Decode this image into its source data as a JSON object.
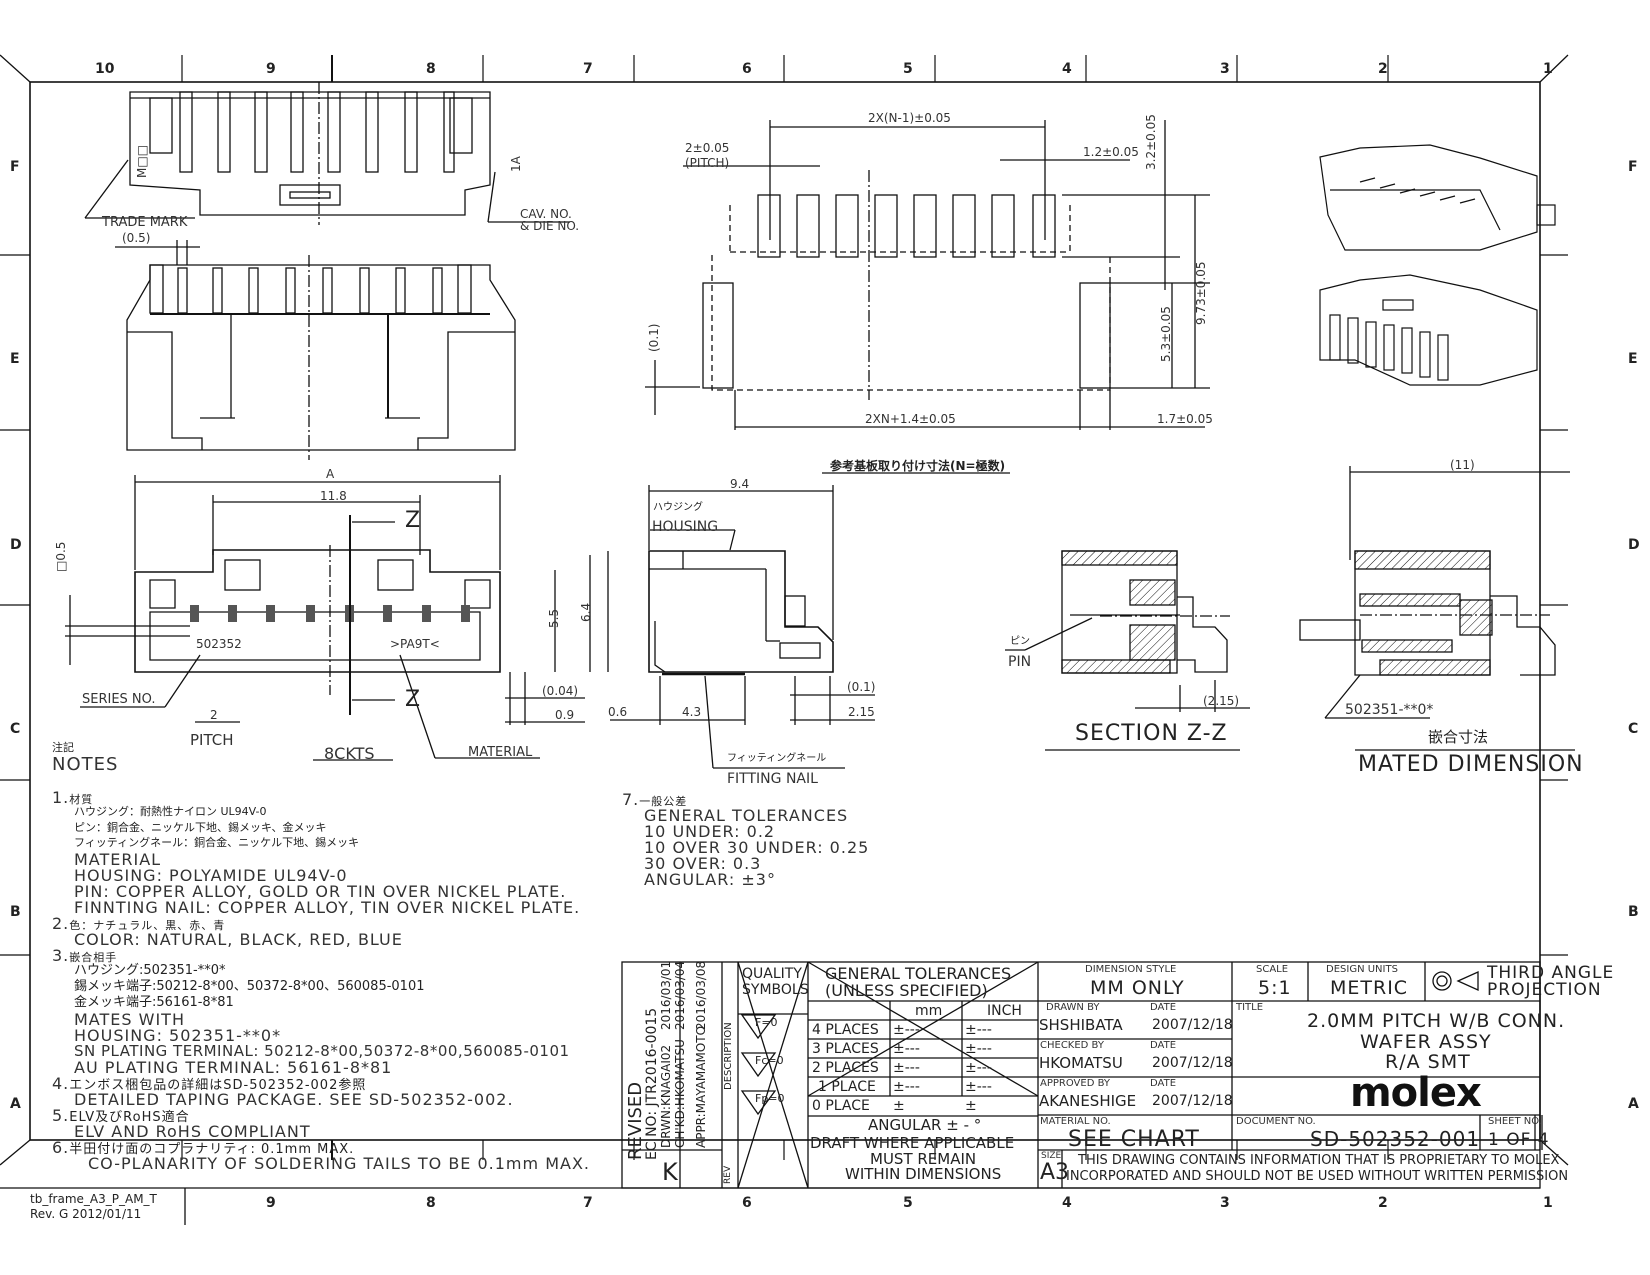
{
  "frame": {
    "columns_top": [
      "10",
      "9",
      "8",
      "7",
      "6",
      "5",
      "4",
      "3",
      "2",
      "1"
    ],
    "columns_bottom": [
      "9",
      "8",
      "7",
      "6",
      "5",
      "4",
      "3",
      "2",
      "1"
    ],
    "rows_left": [
      "F",
      "E",
      "D",
      "C",
      "B",
      "A"
    ],
    "rows_right": [
      "F",
      "E",
      "D",
      "C",
      "B",
      "A"
    ],
    "template_name": "tb_frame_A3_P_AM_T",
    "template_rev": "Rev. G 2012/01/11"
  },
  "top_view": {
    "trade_mark": "TRADE MARK",
    "trade_mark_dim": "(0.5)",
    "cav_no": "CAV. NO.",
    "die_no": "& DIE NO.",
    "marking_left": "M□□",
    "marking_right": "1A"
  },
  "front_view": {
    "dim_A": "A",
    "dim_11_8": "11.8",
    "section_mark": "Z",
    "dim_sq": "□0.5",
    "series_text": "502352",
    "material_text": ">PA9T<",
    "dim_5_5": "5.5",
    "dim_6_4": "6.4",
    "dim_0_04": "(0.04)",
    "dim_0_9": "0.9",
    "dim_pitch": "2",
    "label_series": "SERIES NO.",
    "label_pitch": "PITCH",
    "label_ckts": "8CKTS",
    "label_material": "MATERIAL"
  },
  "pcb_layout": {
    "dim_span": "2X(N-1)±0.05",
    "dim_pitch": "2±0.05",
    "pitch_label": "(PITCH)",
    "dim_pad_w": "1.2±0.05",
    "dim_3_2": "3.2±0.05",
    "dim_9_73": "9.73±0.05",
    "dim_5_3": "5.3±0.05",
    "dim_0_1": "(0.1)",
    "dim_total": "2XN+1.4±0.05",
    "dim_nail": "1.7±0.05",
    "caption_jp": "参考基板取り付け寸法(N=極数)"
  },
  "side_view": {
    "dim_9_4": "9.4",
    "housing_jp": "ハウジング",
    "housing": "HOUSING",
    "dim_6_4": "6.4",
    "dim_0_6": "0.6",
    "dim_4_3": "4.3",
    "dim_0_1": "(0.1)",
    "dim_2_15": "2.15",
    "nail_jp": "フィッティングネール",
    "nail": "FITTING NAIL"
  },
  "section": {
    "pin_jp": "ピン",
    "pin": "PIN",
    "dim": "(2.15)",
    "title": "SECTION Z-Z"
  },
  "mated": {
    "dim": "(11)",
    "part": "502351-**0*",
    "title_jp": "嵌合寸法",
    "title": "MATED DIMENSION"
  },
  "notes": {
    "header_jp": "注記",
    "header": "NOTES",
    "lines": [
      {
        "n": "1.",
        "jp": "材質"
      },
      {
        "jp": "ハウジング：耐熱性ナイロン UL94V-0"
      },
      {
        "jp": "ピン：銅合金、ニッケル下地、錫メッキ、金メッキ"
      },
      {
        "jp": "フィッティングネール：銅合金、ニッケル下地、錫メッキ"
      },
      {
        "en": "MATERIAL"
      },
      {
        "en": "HOUSING: POLYAMIDE UL94V-0"
      },
      {
        "en": "PIN: COPPER ALLOY, GOLD OR TIN OVER NICKEL PLATE."
      },
      {
        "en": "FINNTING NAIL: COPPER ALLOY, TIN OVER NICKEL PLATE."
      },
      {
        "n": "2.",
        "jp": "色：ナチュラル、黒、赤、青"
      },
      {
        "en": "COLOR: NATURAL, BLACK, RED, BLUE"
      },
      {
        "n": "3.",
        "jp": "嵌合相手"
      },
      {
        "jp": "ハウジング:502351-**0*"
      },
      {
        "jp": "錫メッキ端子:50212-8*00、50372-8*00、560085-0101"
      },
      {
        "jp": "金メッキ端子:56161-8*81"
      },
      {
        "en": "MATES WITH"
      },
      {
        "en": "HOUSING: 502351-**0*"
      },
      {
        "en": "SN PLATING TERMINAL: 50212-8*00,50372-8*00,560085-0101"
      },
      {
        "en": "AU PLATING TERMINAL: 56161-8*81"
      },
      {
        "n": "4.",
        "jp": "エンボス梱包品の詳細はSD-502352-002参照"
      },
      {
        "en": "DETAILED TAPING PACKAGE. SEE SD-502352-002."
      },
      {
        "n": "5.",
        "jp": "ELV及びRoHS適合"
      },
      {
        "en": "ELV AND RoHS COMPLIANT"
      },
      {
        "n": "6.",
        "jp": "半田付け面のコプラナリティ: 0.1mm MAX."
      },
      {
        "en": "CO-PLANARITY OF SOLDERING TAILS TO BE 0.1mm MAX."
      }
    ],
    "note7": {
      "n": "7.",
      "jp": "一般公差",
      "lines": [
        "GENERAL TOLERANCES",
        "10 UNDER: 0.2",
        "10 OVER 30 UNDER: 0.25",
        "30 OVER: 0.3",
        "ANGULAR: ±3°"
      ]
    }
  },
  "revision": {
    "revised": "REVISED",
    "ec_no": "EC NO: JTR2016-0015",
    "drwn": "DRWN:KNAGAI02",
    "drwn_date": "2016/03/01",
    "chkd": "CH'KD:HKOMATSU",
    "chkd_date": "2016/03/04",
    "appr": "APPR:MAYAMAMOTO",
    "appr_date": "2016/03/08",
    "description": "DESCRIPTION",
    "rev_letter": "K",
    "rev_label": "REV"
  },
  "quality": {
    "title1": "QUALITY",
    "title2": "SYMBOLS",
    "symbols": [
      "F=0",
      "Fc=0",
      "Fp=0"
    ]
  },
  "tolerances": {
    "title1": "GENERAL TOLERANCES",
    "title2": "(UNLESS SPECIFIED)",
    "col_mm": "mm",
    "col_inch": "INCH",
    "rows": [
      {
        "label": "4 PLACES",
        "mm": "±---",
        "inch": "±---"
      },
      {
        "label": "3 PLACES",
        "mm": "±---",
        "inch": "±---"
      },
      {
        "label": "2 PLACES",
        "mm": "±---",
        "inch": "±---"
      },
      {
        "label": "1 PLACE",
        "mm": "±---",
        "inch": "±---"
      },
      {
        "label": "0 PLACE",
        "mm": "±",
        "inch": "±"
      }
    ],
    "angular": "ANGULAR ± - °",
    "draft1": "DRAFT WHERE APPLICABLE",
    "draft2": "MUST REMAIN",
    "draft3": "WITHIN DIMENSIONS"
  },
  "title_block": {
    "dim_style_label": "DIMENSION STYLE",
    "dim_style": "MM ONLY",
    "scale_label": "SCALE",
    "scale": "5:1",
    "units_label": "DESIGN UNITS",
    "units": "METRIC",
    "projection1": "THIRD ANGLE",
    "projection2": "PROJECTION",
    "drawn_by_label": "DRAWN BY",
    "drawn_by": "SHSHIBATA",
    "checked_by_label": "CHECKED BY",
    "checked_by": "HKOMATSU",
    "approved_by_label": "APPROVED BY",
    "approved_by": "AKANESHIGE",
    "date_label": "DATE",
    "date": "2007/12/18",
    "title_label": "TITLE",
    "title1": "2.0MM PITCH W/B CONN.",
    "title2": "WAFER ASSY",
    "title3": "R/A SMT",
    "company": "molex",
    "material_no_label": "MATERIAL NO.",
    "material_no": "SEE CHART",
    "document_no_label": "DOCUMENT NO.",
    "document_no": "SD-502352-001",
    "sheet_label": "SHEET NO.",
    "sheet": "1 OF 4",
    "size_label": "SIZE",
    "size": "A3",
    "proprietary1": "THIS DRAWING CONTAINS INFORMATION THAT IS PROPRIETARY TO MOLEX",
    "proprietary2": "INCORPORATED AND SHOULD NOT BE USED WITHOUT WRITTEN PERMISSION"
  }
}
